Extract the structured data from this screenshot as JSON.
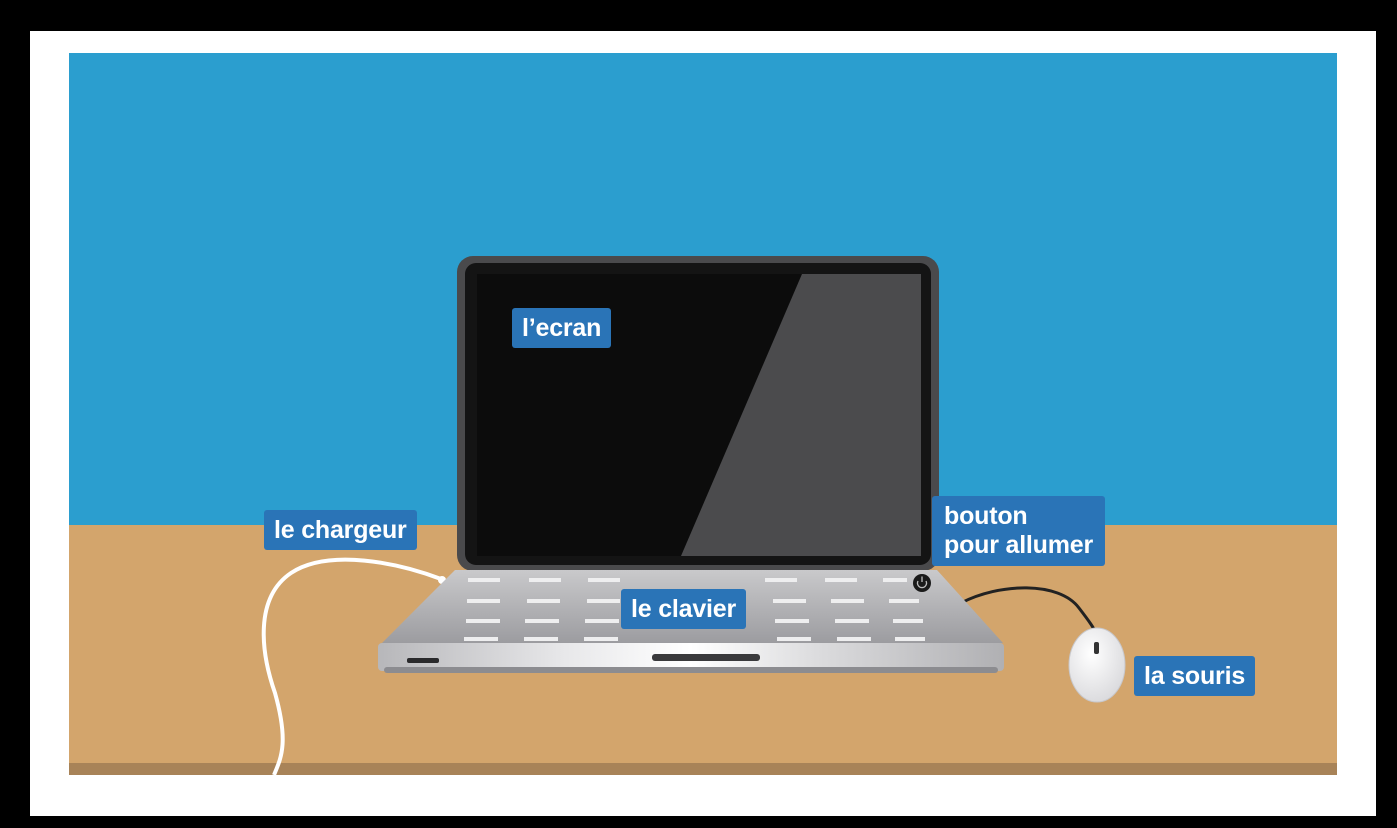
{
  "labels": {
    "screen": "l’ecran",
    "charger": "le chargeur",
    "power_button_line1": "bouton",
    "power_button_line2": "pour allumer",
    "keyboard": "le clavier",
    "mouse": "la souris"
  },
  "colors": {
    "sky": "#2b9ecf",
    "desk": "#d3a56c",
    "desk_edge": "#a88358",
    "label_bg": "#2a74b7",
    "label_text": "#ffffff"
  }
}
